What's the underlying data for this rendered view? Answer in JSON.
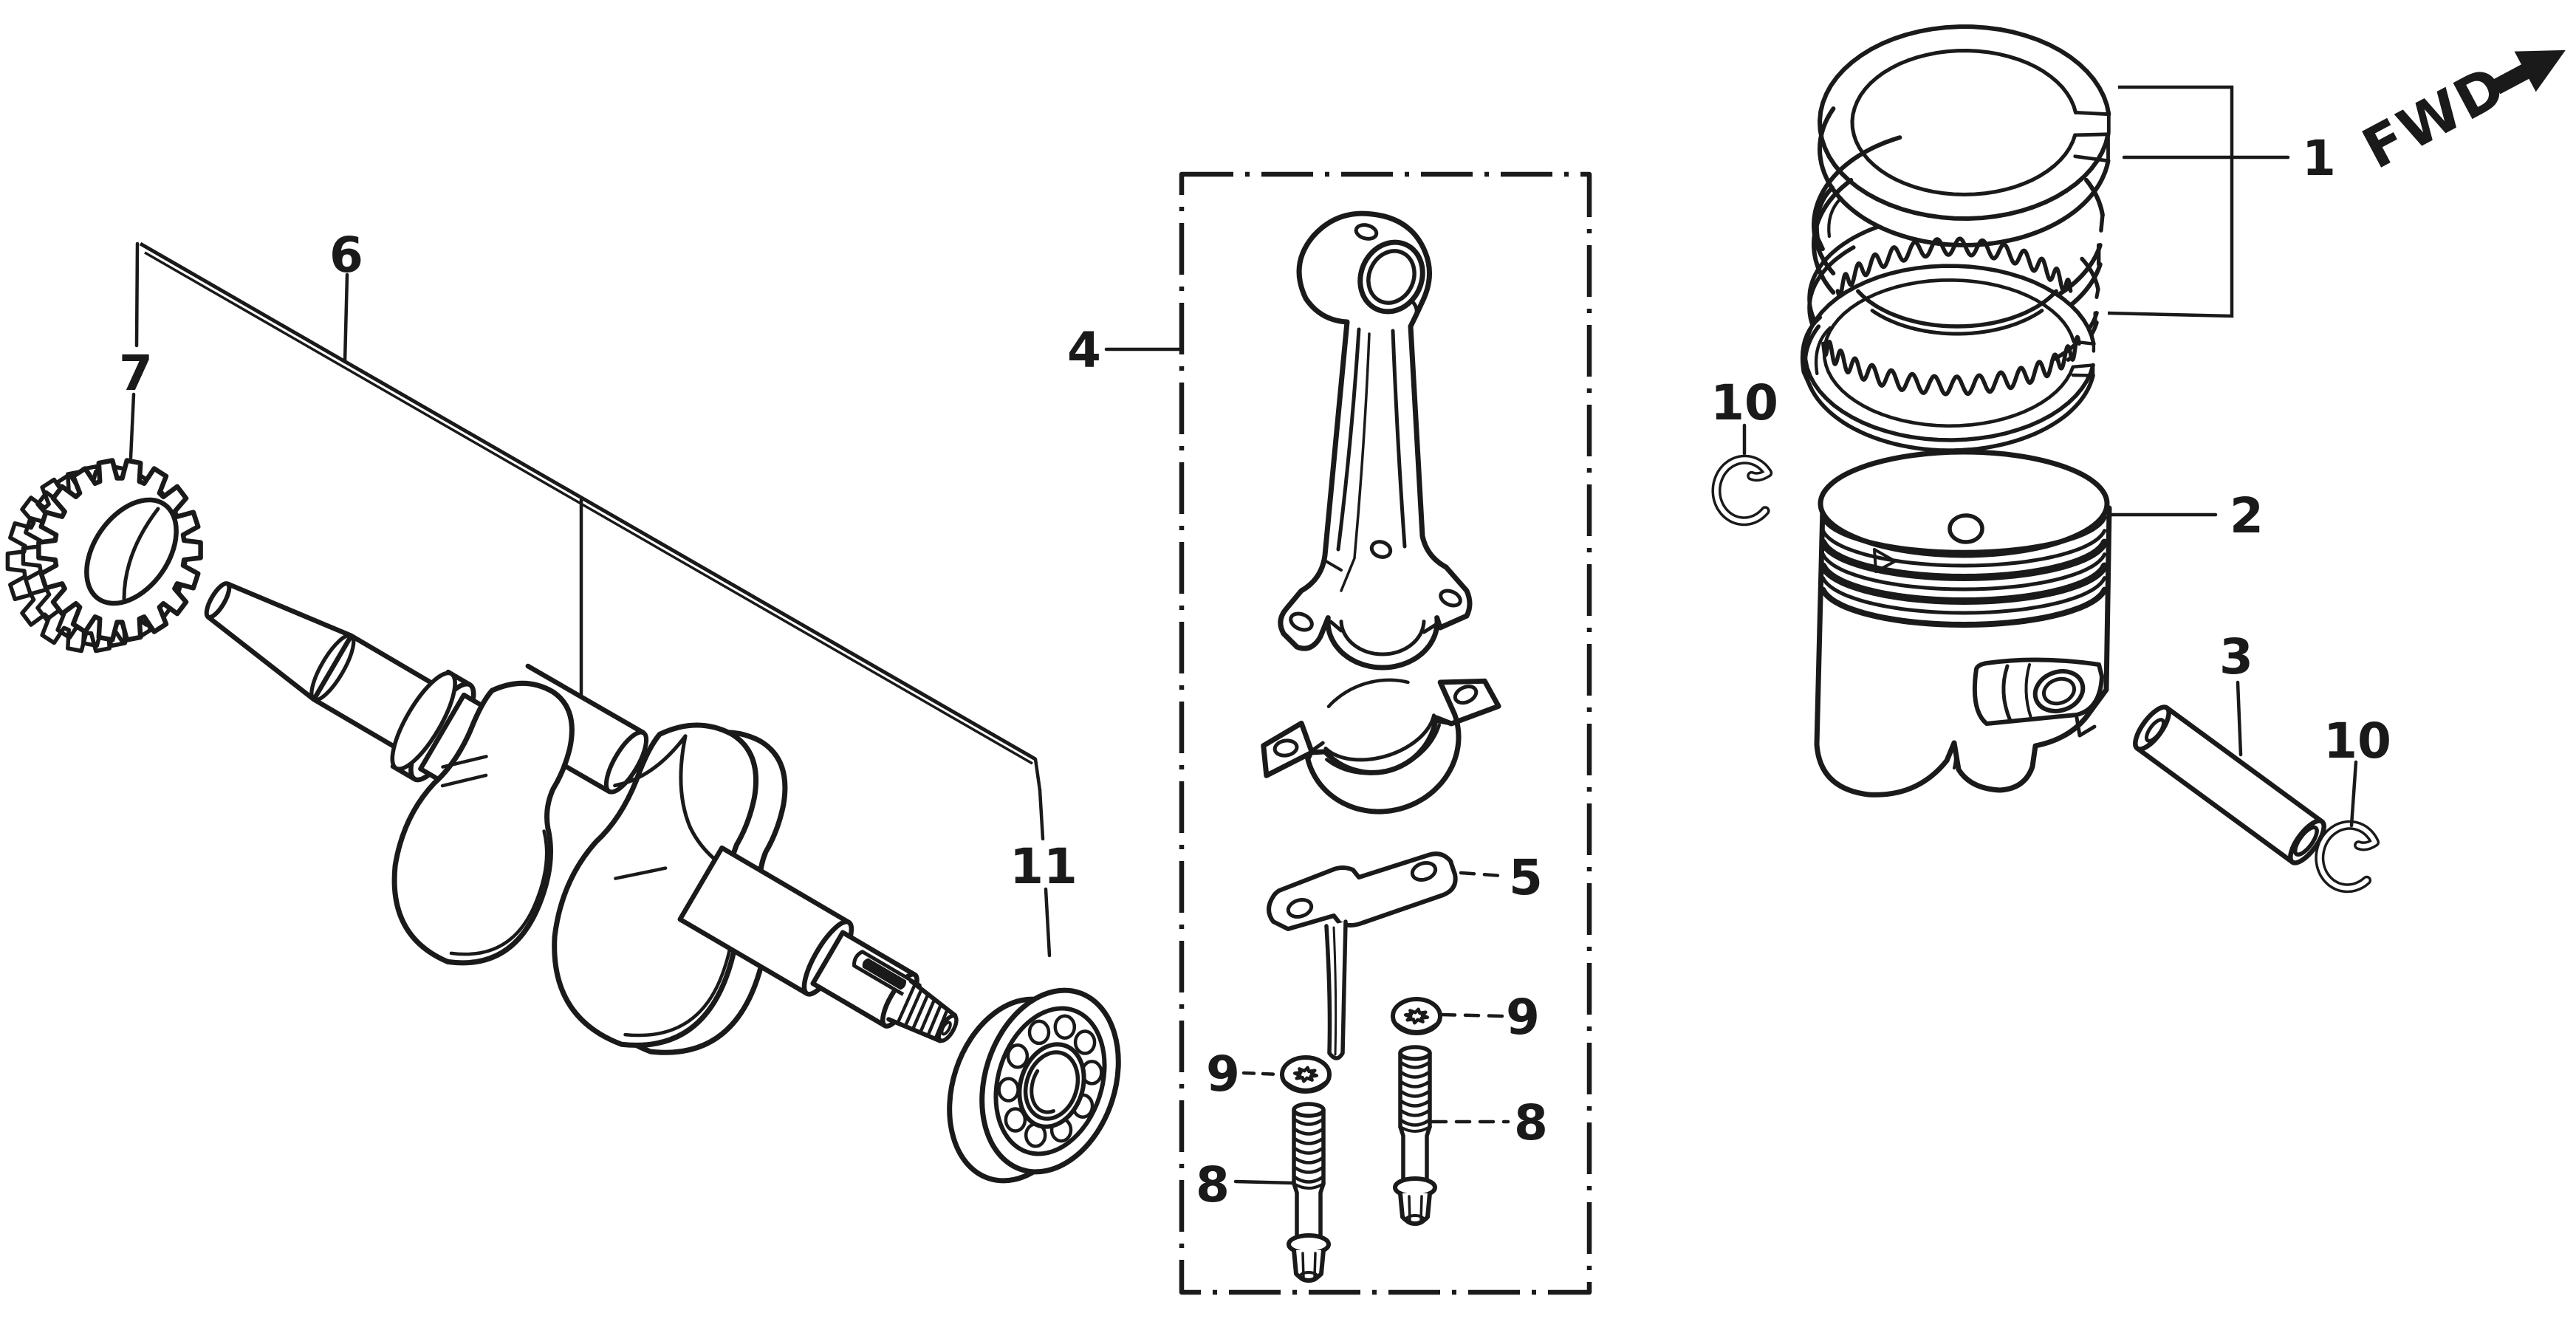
{
  "figure": {
    "background": "#ffffff",
    "ink": "#1a1a1a"
  },
  "fwd": {
    "label": "FWD"
  },
  "callouts": {
    "ring_set": {
      "label": "1"
    },
    "piston": {
      "label": "2"
    },
    "piston_pin": {
      "label": "3"
    },
    "connecting_rod": {
      "label": "4"
    },
    "lock_plate": {
      "label": "5"
    },
    "crankshaft": {
      "label": "6"
    },
    "timing_gear": {
      "label": "7"
    },
    "bolt_left": {
      "label": "8"
    },
    "bolt_right": {
      "label": "8"
    },
    "washer_left": {
      "label": "9"
    },
    "washer_right": {
      "label": "9"
    },
    "clip_left": {
      "label": "10"
    },
    "clip_right": {
      "label": "10"
    },
    "bearing": {
      "label": "11"
    }
  }
}
